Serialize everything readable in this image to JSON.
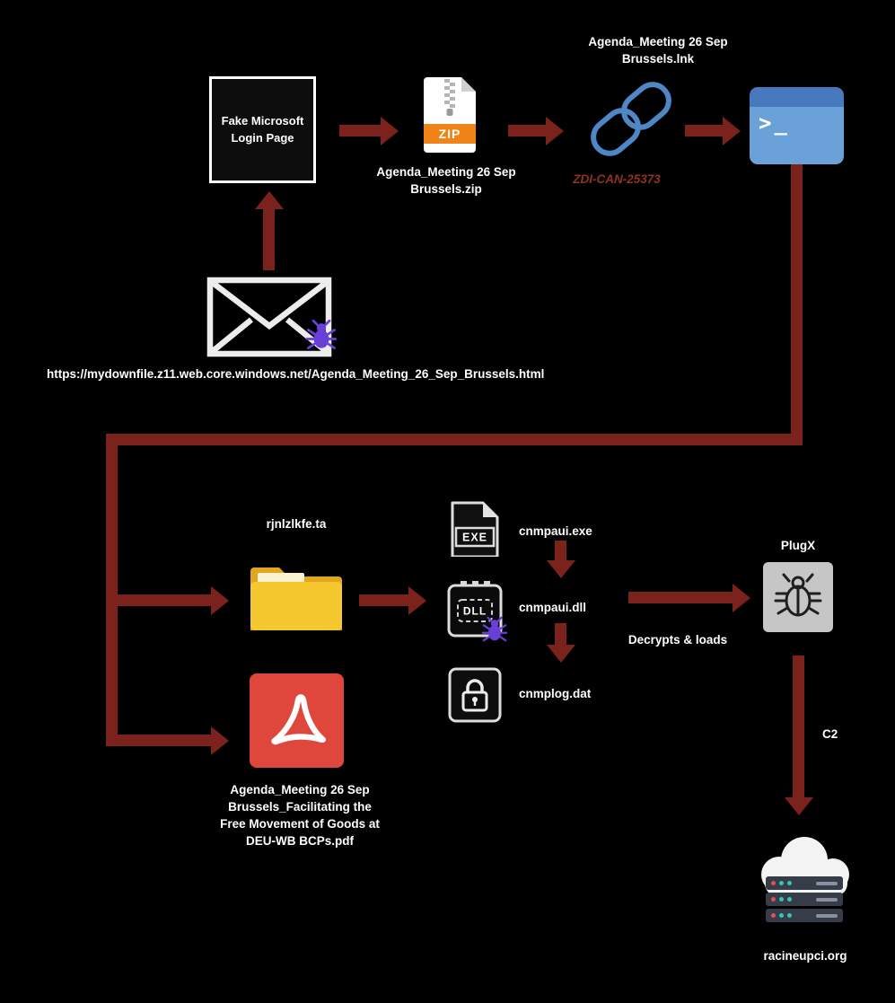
{
  "colors": {
    "background": "#000000",
    "arrow": "#7a221b",
    "label_text": "#ffffff",
    "zdi_text": "#8f3222",
    "link_blue": "#4e86c6",
    "terminal_header": "#4878bd",
    "terminal_body": "#6ba1d9",
    "zip_orange": "#f08418",
    "folder_front": "#f6c82f",
    "folder_back": "#e2a71e",
    "pdf_red": "#e0473c",
    "bug_purple": "#6a3fd8",
    "plugx_bg": "#c6c6c6",
    "icon_stroke": "#dddddd",
    "server_body": "#363c48",
    "cloud_white": "#f3f3f3",
    "led_red": "#e05252",
    "led_teal": "#35c4b5"
  },
  "nodes": {
    "login_page": {
      "label": "Fake Microsoft Login Page"
    },
    "email": {
      "url_label": "https://mydownfile.z11.web.core.windows.net/Agenda_Meeting_26_Sep_Brussels.html"
    },
    "zip_file": {
      "badge": "ZIP",
      "label": "Agenda_Meeting 26 Sep Brussels.zip"
    },
    "lnk_file": {
      "label": "Agenda_Meeting 26 Sep Brussels.lnk",
      "vuln_id": "ZDI-CAN-25373"
    },
    "terminal": {
      "prompt": ">_"
    },
    "folder": {
      "label": "rjnlzlkfe.ta"
    },
    "exe_file": {
      "badge": "EXE",
      "label": "cnmpaui.exe"
    },
    "dll_file": {
      "badge": "DLL",
      "label": "cnmpaui.dll"
    },
    "dat_file": {
      "label": "cnmplog.dat"
    },
    "pdf_file": {
      "label": "Agenda_Meeting 26 Sep Brussels_Facilitating the Free Movement of Goods at DEU-WB BCPs.pdf"
    },
    "plugx": {
      "label": "PlugX"
    },
    "c2_server": {
      "label": "racineupci.org"
    }
  },
  "edges": {
    "dll_to_plugx": {
      "label": "Decrypts & loads"
    },
    "plugx_to_c2": {
      "label": "C2"
    }
  }
}
